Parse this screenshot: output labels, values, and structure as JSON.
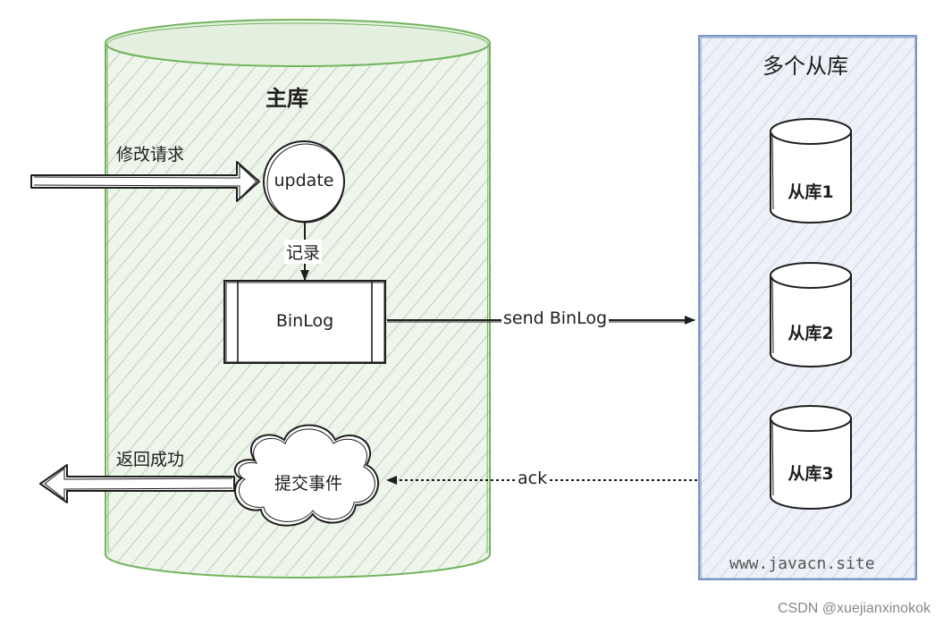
{
  "primary": {
    "title": "主库"
  },
  "replicas": {
    "title": "多个从库",
    "nodes": [
      "从库1",
      "从库2",
      "从库3"
    ]
  },
  "nodes": {
    "update": "update",
    "binlog": "BinLog",
    "commit": "提交事件"
  },
  "edges": {
    "modify_request": "修改请求",
    "record": "记录",
    "send_binlog": "send BinLog",
    "ack": "ack",
    "return_success": "返回成功"
  },
  "site": "www.javacn.site",
  "watermark": "CSDN @xuejianxinokok",
  "colors": {
    "primary_fill": "#eaf3e7",
    "primary_stroke": "#73b55e",
    "replica_fill": "#e8edf6",
    "replica_stroke": "#7a95c9",
    "ink": "#1e1e1e"
  }
}
